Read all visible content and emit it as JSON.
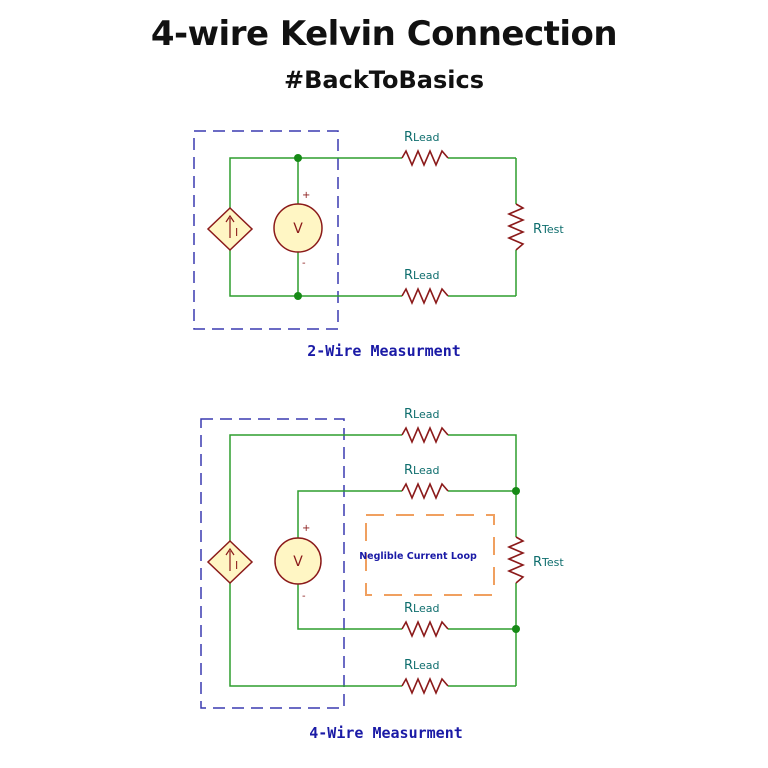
{
  "header": {
    "title": "4-wire Kelvin Connection",
    "subtitle": "#BackToBasics"
  },
  "labels": {
    "r_lead_main": "R",
    "r_lead_sub": "Lead",
    "r_test_main": "R",
    "r_test_sub": "Test",
    "current_symbol": "I",
    "voltage_symbol": "V",
    "plus": "+",
    "minus": "-"
  },
  "two_wire": {
    "caption": "2-Wire Measurment"
  },
  "four_wire": {
    "caption": "4-Wire Measurment",
    "loop_label": "Neglible Current Loop"
  },
  "colors": {
    "wire": "#2e9e2e",
    "resistor": "#8b1a1a",
    "source_fill": "#fff6c4",
    "source_stroke": "#8b1a1a",
    "box": "#3a3ab0",
    "loop": "#f0a060",
    "label": "#0f6e6e",
    "caption": "#1a1aa6"
  }
}
